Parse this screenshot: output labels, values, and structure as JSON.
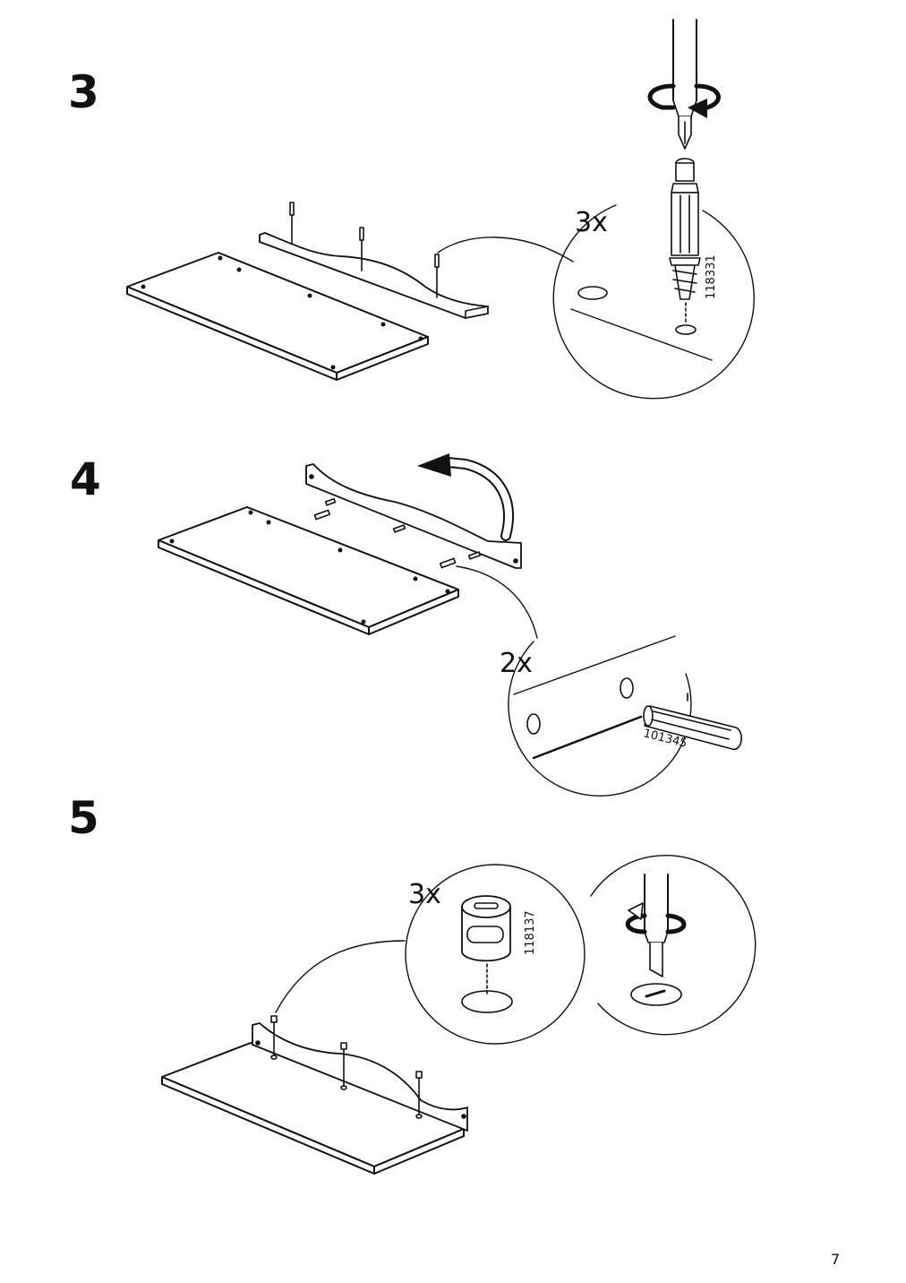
{
  "steps": [
    {
      "number": "3",
      "quantity": "3x",
      "part_number": "118331"
    },
    {
      "number": "4",
      "quantity": "2x",
      "part_number": "101345"
    },
    {
      "number": "5",
      "quantity": "3x",
      "part_number": "118137"
    }
  ],
  "page_number": "7",
  "colors": {
    "ink": "#111111",
    "paper": "#ffffff",
    "shade": "#dddddd"
  },
  "icons": [
    "screwdriver-icon",
    "rotate-arrow-icon",
    "connector-bolt-icon",
    "wooden-dowel-icon",
    "cam-lock-icon",
    "flip-arrow-icon"
  ]
}
